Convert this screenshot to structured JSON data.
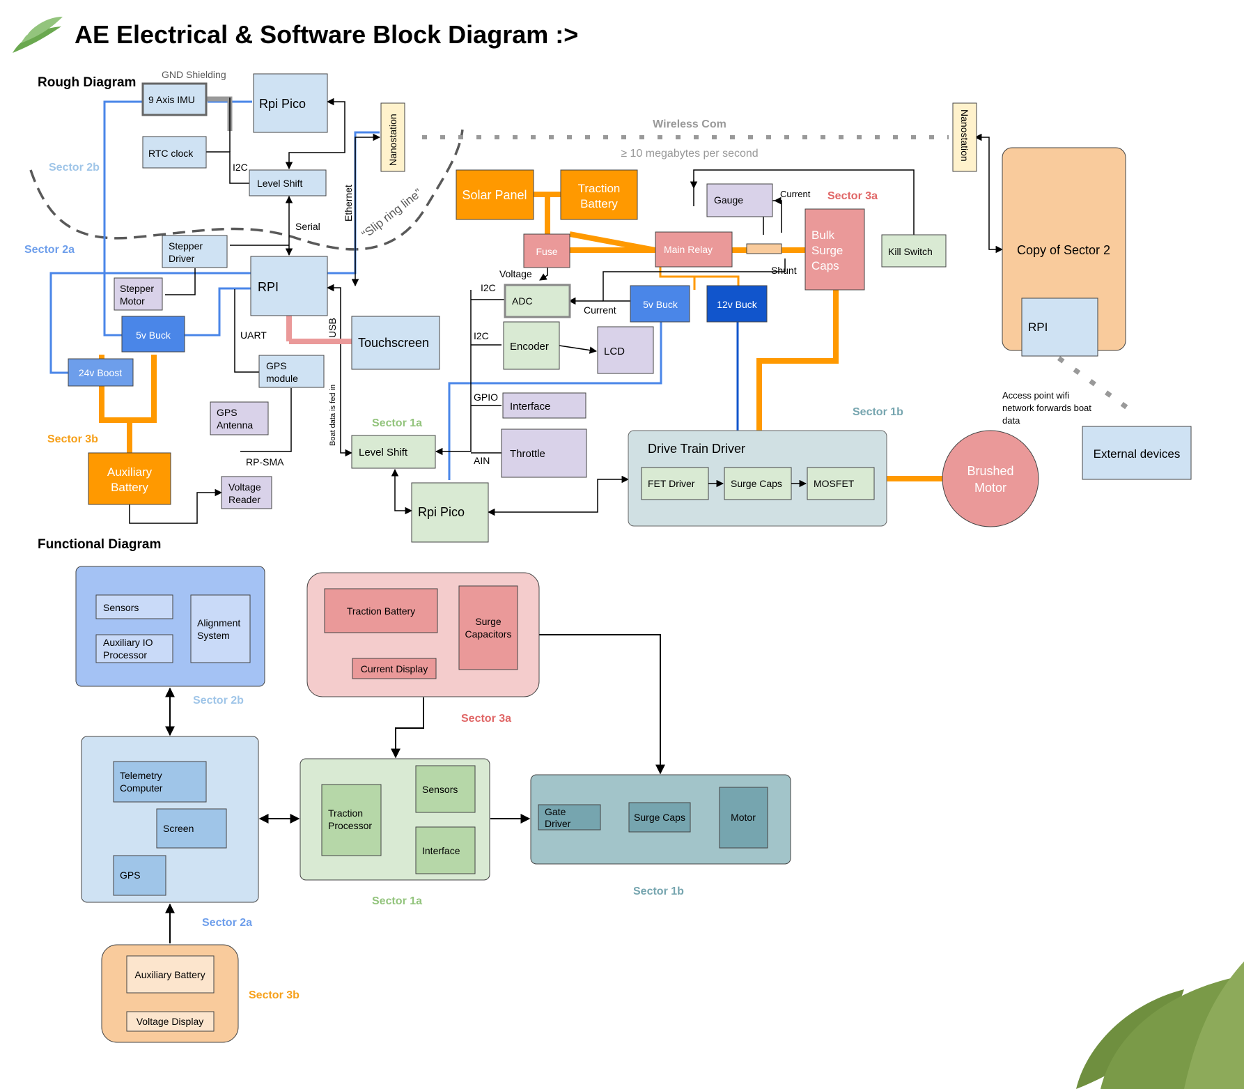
{
  "title": "AE Electrical & Software Block Diagram :>",
  "colors": {
    "blue_light": "#cfe2f3",
    "blue_mid": "#4a86e8",
    "blue_dark": "#1155cc",
    "green_light": "#d9ead3",
    "purple_light": "#d9d2e9",
    "orange": "#ff9900",
    "peach": "#f9cb9c",
    "red_light": "#ea9999",
    "teal": "#a2c4c9",
    "sector_2b": "#9fc5e8",
    "sector_2a": "#6d9eeb",
    "sector_1a": "#93c47d",
    "sector_1b": "#76a5af",
    "sector_3a": "#e06666",
    "sector_3b": "#f6a01a"
  },
  "rough": {
    "heading": "Rough Diagram",
    "gnd_shielding": "GND Shielding",
    "imu": "9 Axis IMU",
    "rpi_pico_top": "Rpi Pico",
    "rtc": "RTC clock",
    "i2c_1": "I2C",
    "level_shift_top": "Level Shift",
    "serial": "Serial",
    "stepper_driver_1": "Stepper",
    "stepper_driver_2": "Driver",
    "stepper_motor_1": "Stepper",
    "stepper_motor_2": "Motor",
    "rpi": "RPI",
    "buck_5v_left": "5v Buck",
    "boost_24v": "24v Boost",
    "uart": "UART",
    "usb": "USB",
    "ethernet": "Ethernet",
    "touchscreen": "Touchscreen",
    "gps_1": "GPS",
    "gps_2": "module",
    "gps_antenna_1": "GPS",
    "gps_antenna_2": "Antenna",
    "rp_sma": "RP-SMA",
    "boat_data": "Boat data is fed in",
    "aux_battery_1": "Auxiliary",
    "aux_battery_2": "Battery",
    "voltage_reader_1": "Voltage",
    "voltage_reader_2": "Reader",
    "sector_2b": "Sector 2b",
    "sector_2a": "Sector 2a",
    "sector_3b": "Sector 3b",
    "sector_1a": "Sector 1a",
    "sector_1b": "Sector 1b",
    "sector_3a": "Sector 3a",
    "slip_ring": "“Slip ring line”",
    "nanostation_left": "Nanostation",
    "nanostation_right": "Nanostation",
    "wireless_com": "Wireless Com",
    "bandwidth": "≥ 10 megabytes per second",
    "solar_panel": "Solar Panel",
    "traction_battery_1": "Traction",
    "traction_battery_2": "Battery",
    "fuse": "Fuse",
    "main_relay": "Main Relay",
    "gauge": "Gauge",
    "current_top": "Current",
    "shunt": "Shunt",
    "bulk_caps_1": "Bulk",
    "bulk_caps_2": "Surge",
    "bulk_caps_3": "Caps",
    "kill_switch": "Kill Switch",
    "voltage": "Voltage",
    "i2c_2": "I2C",
    "adc": "ADC",
    "current_adc": "Current",
    "buck_5v_right": "5v Buck",
    "buck_12v": "12v Buck",
    "i2c_3": "I2C",
    "encoder": "Encoder",
    "lcd": "LCD",
    "gpio": "GPIO",
    "interface": "Interface",
    "throttle": "Throttle",
    "ain": "AIN",
    "level_shift_bottom": "Level Shift",
    "rpi_pico_bottom": "Rpi Pico",
    "drive_train": "Drive Train Driver",
    "fet_driver": "FET Driver",
    "surge_caps": "Surge Caps",
    "mosfet": "MOSFET",
    "brushed_motor_1": "Brushed",
    "brushed_motor_2": "Motor",
    "copy_sector_2": "Copy of Sector 2",
    "rpi_copy": "RPI",
    "access_point_1": "Access point wifi",
    "access_point_2": "network forwards boat",
    "access_point_3": "data",
    "external_devices": "External devices"
  },
  "functional": {
    "heading": "Functional Diagram",
    "sensors_2b": "Sensors",
    "aux_io_1": "Auxiliary IO",
    "aux_io_2": "Processor",
    "alignment_1": "Alignment",
    "alignment_2": "System",
    "sector_2b": "Sector 2b",
    "telemetry_1": "Telemetry",
    "telemetry_2": "Computer",
    "screen": "Screen",
    "gps": "GPS",
    "sector_2a": "Sector 2a",
    "aux_battery": "Auxiliary Battery",
    "voltage_display": "Voltage Display",
    "sector_3b": "Sector 3b",
    "traction_battery": "Traction Battery",
    "surge_cap_1": "Surge",
    "surge_cap_2": "Capacitors",
    "current_display": "Current Display",
    "sector_3a": "Sector 3a",
    "traction_proc_1": "Traction",
    "traction_proc_2": "Processor",
    "sensors_1a": "Sensors",
    "interface_1a": "Interface",
    "sector_1a": "Sector 1a",
    "gate_driver_1": "Gate",
    "gate_driver_2": "Driver",
    "surge_caps": "Surge Caps",
    "motor": "Motor",
    "sector_1b": "Sector 1b"
  }
}
